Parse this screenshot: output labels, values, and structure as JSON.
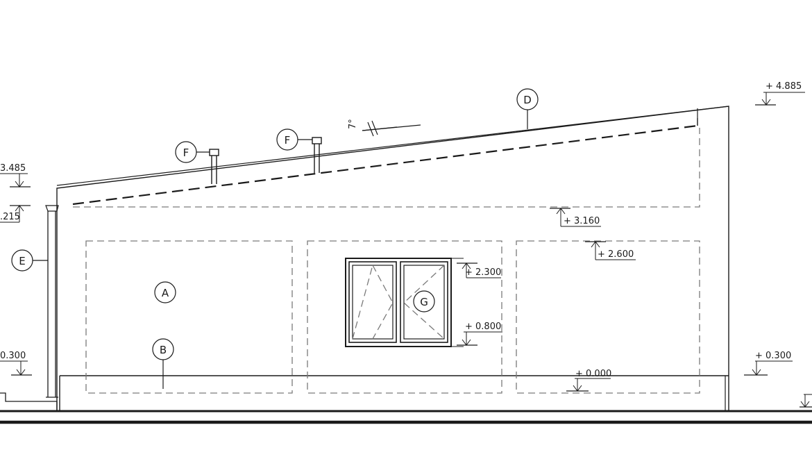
{
  "colors": {
    "line": "#1a1a1a",
    "hidden": "#7a7a7a",
    "paper": "#ffffff"
  },
  "levels": {
    "l_4885": "+ 4.885",
    "l_3485": "3.485",
    "l_3215": ".215",
    "l_3160": "+ 3.160",
    "l_2600": "+ 2.600",
    "l_2300": "+ 2.300",
    "l_0800": "+ 0.800",
    "l_0300_left": "0.300",
    "l_0300_right": "+ 0.300",
    "l_0000": "+ 0.000"
  },
  "slope": {
    "label": "7°"
  },
  "tags": {
    "A": "A",
    "B": "B",
    "D": "D",
    "E": "E",
    "F1": "F",
    "F2": "F",
    "G": "G"
  }
}
